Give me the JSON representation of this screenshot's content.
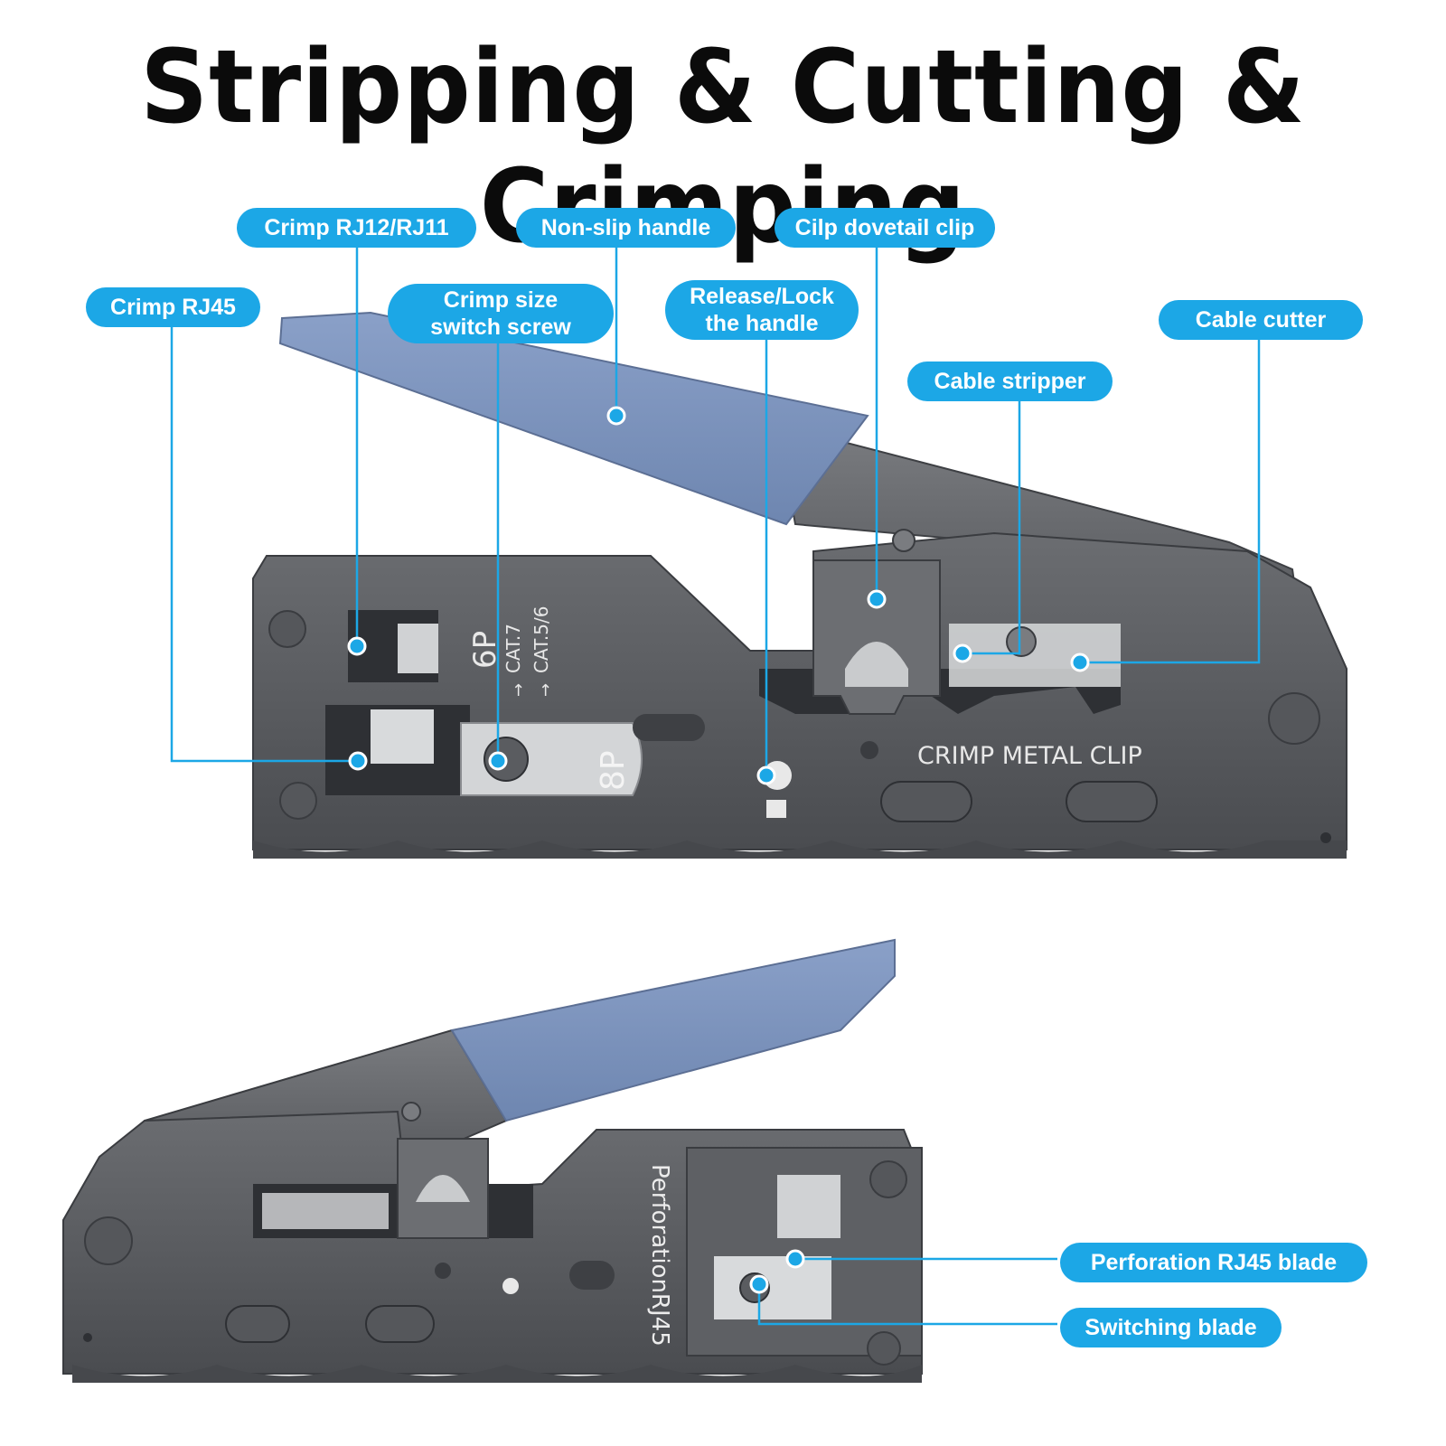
{
  "title": "Stripping & Cutting & Crimping",
  "callouts": {
    "crimp_rj12": "Crimp RJ12/RJ11",
    "non_slip_handle": "Non-slip handle",
    "dovetail_clip": "Cilp dovetail clip",
    "crimp_rj45": "Crimp RJ45",
    "crimp_size_screw": "Crimp size\nswitch screw",
    "release_lock": "Release/Lock\nthe handle",
    "cable_cutter": "Cable cutter",
    "cable_stripper": "Cable stripper",
    "perforation_blade": "Perforation RJ45 blade",
    "switching_blade": "Switching blade"
  },
  "tool_markings": {
    "six_p": "6P",
    "cat7": "CAT.7",
    "cat56": "CAT.5/6",
    "eight_p": "8P",
    "crimp_metal_clip": "CRIMP METAL CLIP",
    "perforation_rj45": "PerforationRJ45"
  },
  "colors": {
    "accent": "#1ca7e6",
    "handle": "#7b93bd",
    "body": "#5a5c60"
  }
}
